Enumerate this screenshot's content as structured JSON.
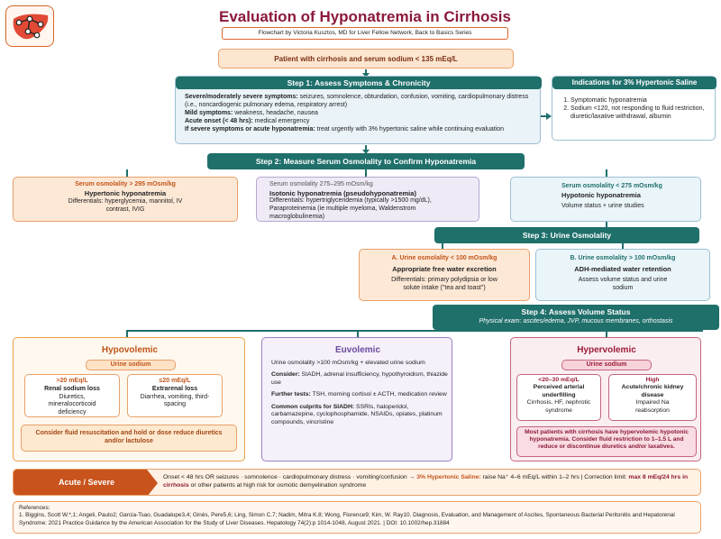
{
  "header": {
    "title": "Evaluation of Hyponatremia in Cirrhosis",
    "subtitle": "Flowchart by Victoria Kusztos, MD for Liver Fellow Network, Back to Basics Series"
  },
  "start": "Patient with cirrhosis and serum sodium < 135 mEq/L",
  "step1": {
    "title": "Step 1: Assess Symptoms & Chronicity",
    "severe_label": "Severe/moderately severe symptoms:",
    "severe_text": "seizures, somnolence, obtundation, confusion, vomiting, cardiopulmonary distress (i.e., noncardiogenic pulmonary edema, respiratory arrest)",
    "mild_label": "Mild symptoms:",
    "mild_text": "weakness, headache, nausea",
    "acute_label": "Acute onset (< 48 hrs):",
    "acute_text": "medical emergency",
    "if_label": "If severe symptoms or acute hyponatremia:",
    "if_text": "treat urgently with 3% hypertonic saline while continuing evaluation"
  },
  "indications": {
    "title": "Indications for 3% Hypertonic Saline",
    "items": [
      "Symptomatic hyponatremia",
      "Sodium <120, not responding to fluid restriction, diuretic/laxative withdrawal, albumin"
    ]
  },
  "step2": {
    "title": "Step 2: Measure Serum Osmolality to Confirm Hyponatremia",
    "hyper": {
      "osm": "Serum osmolality > 295 mOsm/kg",
      "name": "Hypertonic hyponatremia",
      "diff": "Differentials: hyperglycemia, mannitol, IV contrast, IVIG"
    },
    "iso": {
      "osm": "Serum osmolality 275–295 mOsm/kg",
      "name": "Isotonic hyponatremia (pseudohyponatremia)",
      "diff": "Differentials: hypertriglyceridemia (typically >1500 mg/dL), Paraproteinemia (ie multiple myeloma, Waldenstrom macroglobulinemia)"
    },
    "hypo": {
      "osm": "Serum osmolality < 275 mOsm/kg",
      "name": "Hypotonic hyponatremia",
      "diff": "Volume status + urine studies"
    }
  },
  "step3": {
    "title": "Step 3: Urine Osmolality",
    "a": {
      "osm": "A. Urine osmolality < 100 mOsm/kg",
      "name": "Appropriate free water excretion",
      "diff": "Differentials: primary polydipsia or low solute intake (\"tea and toast\")"
    },
    "b": {
      "osm": "B. Urine osmolality > 100 mOsm/kg",
      "name": "ADH-mediated water retention",
      "diff": "Assess volume status and urine sodium"
    }
  },
  "step4": {
    "title": "Step 4: Assess Volume Status",
    "subtitle": "Physical exam: ascites/edema, JVP, mucous membranes, orthostasis"
  },
  "hypovolemic": {
    "title": "Hypovolemic",
    "urine_sodium": "Urine sodium",
    "left_value": ">20 mEq/L",
    "left_name": "Renal sodium loss",
    "left_text": "Diuretics, mineralocorticoid deficiency",
    "right_value": "≤20 mEq/L",
    "right_name": "Extrarenal loss",
    "right_text": "Diarrhea, vomiting, third-spacing",
    "note": "Consider fluid resuscitation and hold or dose reduce diuretics and/or lactulose"
  },
  "euvolemic": {
    "title": "Euvolemic",
    "urine": "Urine osmolality >100 mOsm/kg + elevated urine sodium",
    "consider_label": "Consider:",
    "consider_text": "SIADH, adrenal insufficiency, hypothyroidism, thiazide use",
    "tests_label": "Further tests:",
    "tests_text": "TSH, morning cortisol ± ACTH, medication review",
    "culprits_label": "Common culprits for SIADH:",
    "culprits_text": "SSRIs, haloperidol, carbamazepine, cyclophosphamide, NSAIDs, opiates, platinum compounds, vincristine"
  },
  "hypervolemic": {
    "title": "Hypervolemic",
    "urine_sodium": "Urine sodium",
    "left_value": "<20–30 mEq/L",
    "left_name": "Perceived arterial underfilling",
    "left_text": "Cirrhosis, HF, nephrotic syndrome",
    "right_value": "High",
    "right_name": "Acute/chronic kidney disease",
    "right_text": "Impaired Na reabsorption",
    "note": "Most patients with cirrhosis have hypervolemic hypotonic hyponatremia. Consider fluid restriction to 1–1.5 L and reduce or discontinue diuretics and/or laxatives."
  },
  "acute": {
    "label": "Acute / Severe",
    "text1": "Onset < 48 hrs OR seizures · somnolence · cardiopulmonary distress · vomiting/confusion →",
    "saline": "3% Hypertonic Saline:",
    "text2": "raise Na⁺ 4–6 mEq/L within 1–2 hrs  |  Correction limit:",
    "limit": "max 8 mEq/24 hrs in cirrhosis",
    "text3": "or other patients at high risk for osmotic demyelination syndrome"
  },
  "references": {
    "label": "References:",
    "text": "1. Biggins, Scott W.*,1; Angeli, Paulo2; Garcia-Tsao, Guadalupe3,4; Ginès, Pere5,6; Ling, Simon C.7; Nadim, Mitra K.8; Wong, Florence9; Kim, W. Ray10. Diagnosis, Evaluation, and Management of Ascites, Spontaneous Bacterial Peritonitis and Hepatorenal Syndrome: 2021 Practice Guidance by the American Association for the Study of Liver Diseases. Hepatology 74(2):p 1014-1048, August 2021. | DOI: 10.1002/hep.31884"
  },
  "colors": {
    "teal": "#1f6f6b",
    "maroon": "#8b1a3a",
    "orange": "#d9662b",
    "purple": "#7b5aa6"
  },
  "icons": {
    "logo": "liver-network-icon"
  }
}
